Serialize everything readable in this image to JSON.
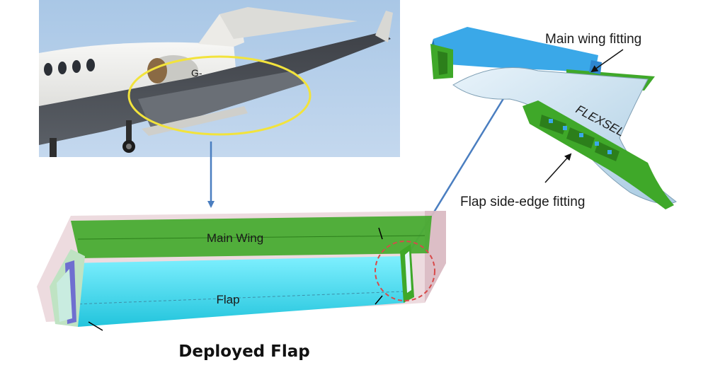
{
  "photo": {
    "registration": "G-"
  },
  "fitting_model": {
    "brand_label": "FLEXSEL",
    "main_wing_fitting_label": "Main wing fitting",
    "flap_side_edge_fitting_label": "Flap side-edge fitting"
  },
  "cad_model": {
    "main_wing_label": "Main Wing",
    "flap_label": "Flap"
  },
  "caption": "Deployed Flap",
  "colors": {
    "highlight_ellipse": "#f2e33c",
    "arrow": "#4a7ec0",
    "main_wing_green": "#3fa829",
    "flap_cyan": "#29d8ee",
    "fitting_blue": "#3aa8e8",
    "fitting_body": "#c9e3f3"
  }
}
